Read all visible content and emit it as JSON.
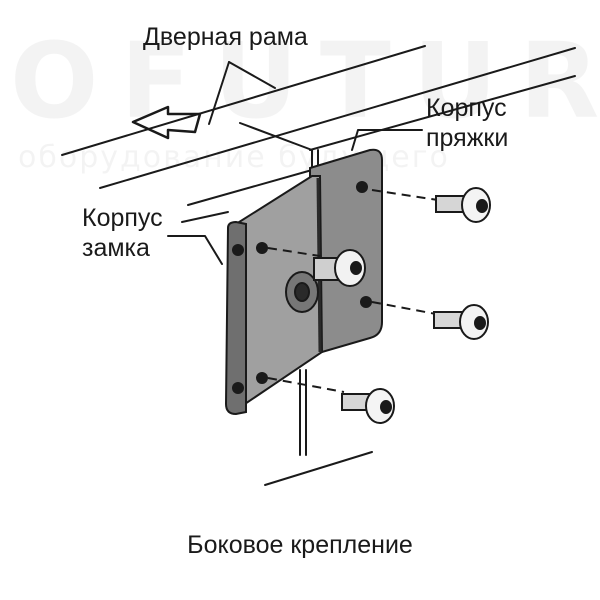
{
  "watermark": {
    "brand": "OFUTURA",
    "tagline": "оборудование будущего"
  },
  "labels": {
    "door_frame": "Дверная рама",
    "buckle_body_line1": "Корпус",
    "buckle_body_line2": "пряжки",
    "lock_body_line1": "Корпус",
    "lock_body_line2": "замка"
  },
  "caption": "Боковое крепление",
  "icons": [
    "direction-arrow-icon",
    "screw-icon",
    "bolt-icon"
  ]
}
